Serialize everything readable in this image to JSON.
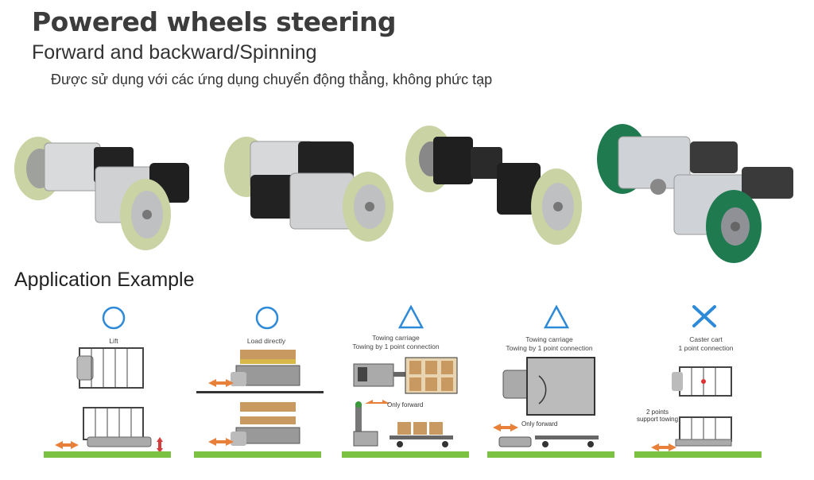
{
  "header": {
    "title": "Powered wheels steering",
    "subtitle": "Forward and backward/Spinning",
    "description": "Được sử dụng với các ứng dụng chuyển động thẳng, không phức tạp"
  },
  "products": [
    {
      "name": "product-1",
      "wheel_color": "#c9d3a4"
    },
    {
      "name": "product-2",
      "wheel_color": "#c9d3a4"
    },
    {
      "name": "product-3",
      "wheel_color": "#c9d3a4"
    },
    {
      "name": "product-4",
      "wheel_color": "#1f7a50"
    }
  ],
  "application": {
    "heading": "Application Example",
    "panels": [
      {
        "rating": "circle",
        "caption_lines": [
          "Lift"
        ],
        "notes": []
      },
      {
        "rating": "circle",
        "caption_lines": [
          "Load directly"
        ],
        "notes": []
      },
      {
        "rating": "triangle",
        "caption_lines": [
          "Towing  carriage",
          "Towing by 1 point connection"
        ],
        "notes": [
          "Only forward"
        ]
      },
      {
        "rating": "triangle",
        "caption_lines": [
          "Towing  carriage",
          "Towing by 1 point connection"
        ],
        "notes": [
          "Only forward"
        ]
      },
      {
        "rating": "cross",
        "caption_lines": [
          "Caster cart",
          "1 point connection"
        ],
        "notes": [
          "2 points",
          "support towing"
        ]
      }
    ]
  },
  "colors": {
    "rating_blue": "#2d8ad8",
    "ground_green": "#7cc242",
    "arrow_orange": "#e8803a",
    "box_brown": "#c89a62"
  }
}
